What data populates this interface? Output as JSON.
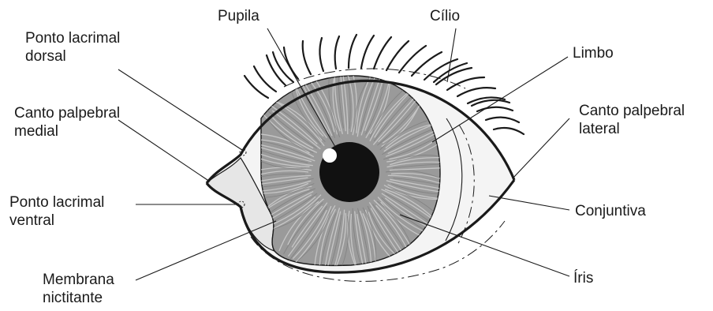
{
  "labels": {
    "pupila": "Pupila",
    "cilio": "Cílio",
    "ponto_lacrimal_dorsal": [
      "Ponto lacrimal",
      "dorsal"
    ],
    "limbo": "Limbo",
    "canto_palpebral_medial": [
      "Canto palpebral",
      "medial"
    ],
    "canto_palpebral_lateral": [
      "Canto palpebral",
      "lateral"
    ],
    "ponto_lacrimal_ventral": [
      "Ponto lacrimal",
      "ventral"
    ],
    "conjuntiva": "Conjuntiva",
    "membrana_nictitante": [
      "Membrana",
      "nictitante"
    ],
    "iris": "Íris"
  },
  "colors": {
    "outline": "#1a1a1a",
    "iris_fill": "#9a9a9a",
    "iris_fibers": "#cfcfcf",
    "pupil": "#111111",
    "sclera": "#f4f4f4",
    "membrane": "#e6e6e6",
    "leader_line": "#1a1a1a"
  }
}
